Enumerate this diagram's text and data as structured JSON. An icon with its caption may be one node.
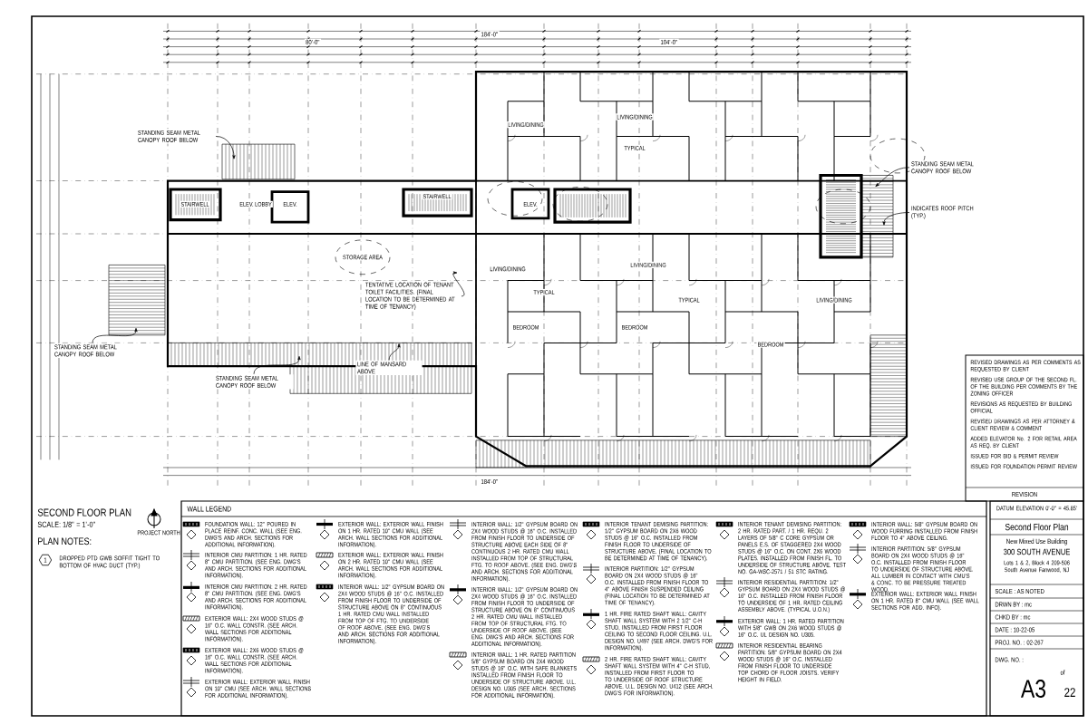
{
  "diagram": {
    "title": "SECOND FLOOR PLAN",
    "nodes": [
      {
        "text": [
          "STANDING SEAM METAL CANOPY ROOF BELOW"
        ]
      },
      {
        "text": [
          "STANDING SEAM METAL CANOPY ROOF BELOW"
        ]
      },
      {
        "text": [
          "INDICATES ROOF PITCH (TYP.)"
        ]
      },
      {
        "text": [
          "STANDING SEAM METAL CANOPY ROOF BELOW"
        ]
      },
      {
        "text": [
          "STANDING SEAM METAL CANOPY ROOF BELOW"
        ]
      },
      {
        "text": [
          "TENTATIVE LOCATION OF TENANT TOILET FACILITIES. (FINAL LOCATION TO BE DETERMINED AT TIME OF TENANCY)"
        ]
      },
      {
        "text": [
          "LINE OF MANSARD ABOVE"
        ]
      }
    ],
    "edges": [
      {
        "from": 0,
        "to": null,
        "arrow": "to"
      },
      {
        "from": 1,
        "to": null,
        "arrow": "to"
      },
      {
        "from": 2,
        "to": null,
        "arrow": "to"
      },
      {
        "from": 3,
        "to": null,
        "arrow": "to"
      },
      {
        "from": 4,
        "to": null,
        "arrow": "to"
      },
      {
        "from": 5,
        "to": null,
        "arrow": "to"
      },
      {
        "from": 6,
        "to": null,
        "arrow": "to"
      }
    ],
    "labels": [
      "SCALE: 1/8\" = 1'-0\"",
      "PROJECT NORTH",
      "PLAN NOTES:",
      "1",
      "DROPPED PTD GWB SOFFIT TIGHT TO BOTTOM OF HVAC DUCT (TYP.)",
      "184'-0\"",
      "80'-0\"",
      "104'-0\"",
      "184'-0\"",
      "STAIRWELL",
      "ELEV. LOBBY",
      "ELEV.",
      "STAIRWELL",
      "ELEV.",
      "STORAGE AREA",
      "LIVING/DINING",
      "LIVING/DINING",
      "LIVING/DINING",
      "LIVING/DINING",
      "LIVING/DINING",
      "BEDROOM",
      "BEDROOM",
      "BEDROOM",
      "TYPICAL",
      "TYPICAL",
      "TYPICAL",
      "REVISED DRAWINGS AS PER COMMENTS AS REQUESTED BY CLIENT",
      "REVISED USE GROUP OF THE SECOND FL. OF THE BUILDING PER COMMENTS BY THE ZONING OFFICER",
      "REVISIONS AS REQUESTED BY BUILDING OFFICIAL",
      "REVISED DRAWINGS AS PER ATTORNEY & CLIENT REVIEW & COMMENT",
      "ADDED ELEVATOR No. 2 FOR RETAIL AREA AS REQ. BY CLIENT",
      "ISSUED FOR BID & PERMIT REVIEW",
      "ISSUED FOR FOUNDATION PERMIT REVIEW",
      "REVISION",
      "DATUM ELEVATION 0'-0\" = 45.85'",
      "Second Floor Plan",
      "New Mixed Use Building",
      "300 SOUTH AVENUE",
      "Lots 1 & 2, Block 4 209-506 South Avenue Fanwood, NJ",
      "SCALE : AS NOTED",
      "DRWN BY : mc",
      "CHKD BY : mc",
      "DATE : 10-22-05",
      "PROJ. NO. : 02-267",
      "DWG. NO. :",
      "A3",
      "of",
      "22",
      "WALL LEGEND"
    ],
    "legend": [
      {
        "text": "FOUNDATION WALL: 12\" POURED IN PLACE REINF. CONC. WALL (SEE ENG. DWG'S AND ARCH. SECTIONS FOR ADDITIONAL INFORMATION)."
      },
      {
        "text": "INTERIOR CMU PARTITION: 1 HR. RATED 8\" CMU PARTITION. (SEE ENG. DWG'S AND ARCH. SECTIONS FOR ADDITIONAL INFORMATION)."
      },
      {
        "text": "INTERIOR CMU PARTITION: 2 HR. RATED 8\" CMU PARTITION. (SEE ENG. DWG'S AND ARCH. SECTIONS FOR ADDITIONAL INFORMATION)."
      },
      {
        "text": "EXTERIOR WALL: 2X4 WOOD STUDS @ 16\" O.C. WALL CONSTR. (SEE ARCH. WALL SECTIONS FOR ADDITIONAL INFORMATION)."
      },
      {
        "text": "EXTERIOR WALL: 2X6 WOOD STUDS @ 16\" O.C. WALL CONSTR. (SEE ARCH. WALL SECTIONS FOR ADDITIONAL INFORMATION)."
      },
      {
        "text": "EXTERIOR WALL: EXTERIOR WALL FINISH ON 10\" CMU (SEE ARCH. WALL SECTIONS FOR ADDITIONAL INFORMATION)."
      },
      {
        "text": "EXTERIOR WALL: EXTERIOR WALL FINISH ON 1 HR. RATED 10\" CMU WALL (SEE ARCH. WALL SECTIONS FOR ADDITIONAL INFORMATION)."
      },
      {
        "text": "EXTERIOR WALL: EXTERIOR WALL FINISH ON 2 HR. RATED 10\" CMU WALL (SEE ARCH. WALL SECTIONS FOR ADDITIONAL INFORMATION)."
      },
      {
        "text": "INTERIOR WALL: 1/2\" GYPSUM BOARD ON 2X4 WOOD STUDS @ 16\" O.C. INSTALLED FROM FINISH FLOOR TO UNDERSIDE OF STRUCTURE ABOVE ON 8\" CONTINUOUS 1 HR. RATED CMU WALL INSTALLED FROM TOP OF FTG. TO UNDERSIDE OF ROOF ABOVE. (SEE ENG. DWG'S AND ARCH. SECTIONS FOR ADDITIONAL INFORMATION)."
      },
      {
        "text": "INTERIOR WALL: 1/2\" GYPSUM BOARD ON 2X4 WOOD STUDS @ 16\" O.C. INSTALLED FROM FINISH FLOOR TO UNDERSIDE OF STRUCTURE ABOVE EACH SIDE OF 8\" CONTINUOUS 2 HR. RATED CMU WALL INSTALLED FROM TOP OF STRUCTURAL FTG. TO ROOF ABOVE. (SEE ENG. DWG'S AND ARCH. SECTIONS FOR ADDITIONAL INFORMATION)."
      },
      {
        "text": "INTERIOR WALL: 1/2\" GYPSUM BOARD ON 2X4 WOOD STUDS @ 16\" O.C. INSTALLED FROM FINISH FLOOR TO UNDERSIDE OF STRUCTURE ABOVE ON 8\" CONTINUOUS 2 HR. RATED CMU WALL INSTALLED FROM TOP OF STRUCTURAL FTG. TO UNDERSIDE OF ROOF ABOVE. (SEE ENG. DWG'S AND ARCH. SECTIONS FOR ADDITIONAL INFORMATION)."
      },
      {
        "text": "INTERIOR WALL: 1 HR. RATED PARTITION 5/8\" GYPSUM BOARD ON 2X4 WOOD STUDS @ 16\" O.C. WITH SAFE BLANKETS INSTALLED FROM FINISH FLOOR TO UNDERSIDE OF STRUCTURE ABOVE. U.L. DESIGN NO. U305 (SEE ARCH. SECTIONS FOR ADDITIONAL INFORMATION)."
      },
      {
        "text": "INTERIOR TENANT DEMISING PARTITION: 1/2\" GYPSUM BOARD ON 2X6 WOOD STUDS @ 16\" O.C. INSTALLED FROM FINISH FLOOR TO UNDERSIDE OF STRUCTURE ABOVE. (FINAL LOCATION TO BE DETERMINED AT TIME OF TENANCY)."
      },
      {
        "text": "INTERIOR PARTITION: 1/2\" GYPSUM BOARD ON 2X4 WOOD STUDS @ 16\" O.C. INSTALLED FROM FINISH FLOOR TO 4\" ABOVE FINISH SUSPENDED CEILING (FINAL LOCATION TO BE DETERMINED AT TIME OF TENANCY)."
      },
      {
        "text": "1 HR. FIRE RATED SHAFT WALL: CAVITY SHAFT WALL SYSTEM WITH 2 1/2\" C-H STUD, INSTALLED FROM FIRST FLOOR CEILING TO SECOND FLOOR CEILING. U.L. DESIGN NO. U497 (SEE ARCH. DWG'S FOR INFORMATION)."
      },
      {
        "text": "2 HR. FIRE RATED SHAFT WALL: CAVITY SHAFT WALL SYSTEM WITH 4\" C-H STUD, INSTALLED FROM FIRST FLOOR TO TO UNDERSIDE OF ROOF STRUCTURE ABOVE. U.L. DESIGN NO. U412 (SEE ARCH. DWG'S FOR INFORMATION)."
      },
      {
        "text": "INTERIOR TENANT DEMISING PARTITION: 2 HR. RATED PART. / 1 HR. REQU. 2 LAYERS OF 5/8\" C CORE GYPSUM OR PANELS E.S. OF STAGGERED 2X4 WOOD STUDS @ 16\" O.C. ON CONT. 2X6 WOOD PLATES. INSTALLED FROM FINISH FL. TO UNDERSIDE OF STRUCTURE ABOVE. TEST NO. GA-WSC-2571 / 51 STC RATING."
      },
      {
        "text": "INTERIOR RESIDENTIAL PARTITION: 1/2\" GYPSUM BOARD ON 2X4 WOOD STUDS @ 16\" O.C. INSTALLED FROM FINISH FLOOR TO UNDERSIDE OF 1 HR. RATED CEILING ASSEMBLY ABOVE. (TYPICAL U.O.N.)"
      },
      {
        "text": "EXTERIOR WALL: 1 HR. RATED PARTITION WITH 5/8\" GWB ON 2X6 WOOD STUDS @ 16\" O.C. UL DESIGN NO. U305."
      },
      {
        "text": "INTERIOR RESIDENTIAL BEARING PARTITION: 5/8\" GYPSUM BOARD ON 2X4 WOOD STUDS @ 16\" O.C. INSTALLED FROM FINISH FLOOR TO UNDERSIDE TOP CHORD OF FLOOR JOISTS. VERIFY HEIGHT IN FIELD."
      },
      {
        "text": "INTERIOR WALL: 5/8\" GYPSUM BOARD ON WOOD FURRING INSTALLED FROM FINISH FLOOR TO 4\" ABOVE CEILING."
      },
      {
        "text": "INTERIOR PARTITION: 5/8\" GYPSUM BOARD ON 2X4 WOOD STUDS @ 16\" O.C. INSTALLED FROM FINISH FLOOR TO UNDERSIDE OF STRUCTURE ABOVE. ALL LUMBER IN CONTACT WITH CMU'S & CONC. TO BE PRESSURE TREATED WOOD."
      },
      {
        "text": "EXTERIOR WALL: EXTERIOR WALL FINISH ON 1 HR. RATED 8\" CMU WALL (SEE WALL SECTIONS FOR ADD. INFO)."
      }
    ]
  }
}
